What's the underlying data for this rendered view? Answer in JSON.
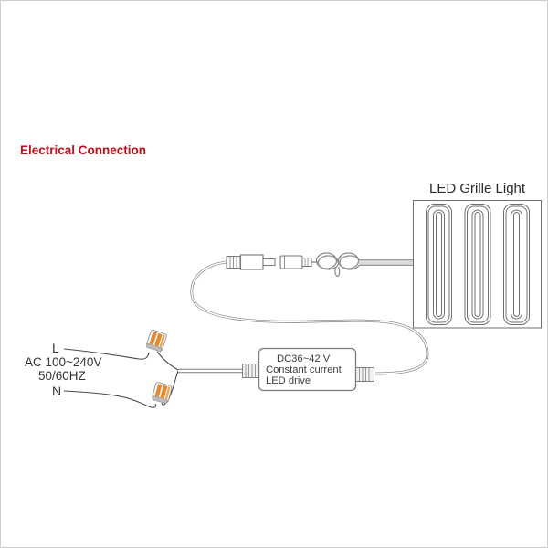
{
  "title": {
    "text": "Electrical Connection",
    "color": "#c00f1a"
  },
  "fixture": {
    "label": "LED Grille Light",
    "module_count": 3
  },
  "driver": {
    "line1": "DC36~42 V",
    "line2": "Constant current",
    "line3": "LED drive"
  },
  "ac_input": {
    "line_label": "L",
    "neutral_label": "N",
    "voltage": "AC 100~240V",
    "frequency": "50/60HZ"
  },
  "colors": {
    "title_red": "#c00f1a",
    "wire_gray": "#4a4a4a",
    "cable_gray": "#7d7d7d",
    "thick_cable_gray": "#9a9a9a",
    "outline_gray": "#6f6f6f",
    "connector_orange": "#e38a33",
    "page_border": "#cfcfcf"
  }
}
